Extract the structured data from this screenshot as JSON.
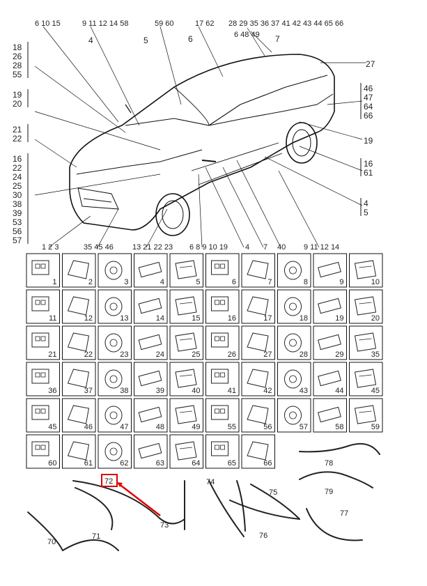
{
  "car_callouts": {
    "top": [
      "6 10 15",
      "9 11 12 14 58",
      "59 60",
      "17 62",
      "28 29 35 36 37 41 42 43 44 65 66",
      "6 48 49"
    ],
    "top_singles": [
      "4",
      "5",
      "6",
      "7"
    ],
    "left": [
      "18 26 28 55",
      "19 20",
      "21 22",
      "16 22 24 25 30 38 39 53 56 57"
    ],
    "right": [
      "27",
      "46 47 64 66",
      "19",
      "16 61",
      "4 5"
    ],
    "bottom": [
      "1 2 3",
      "35 45 46",
      "13 21 22 23",
      "6 8 9 10 19",
      "4",
      "7",
      "40",
      "9 11 12 14"
    ]
  },
  "grid_rows": [
    [
      "1",
      "2",
      "3",
      "4",
      "5",
      "6",
      "7",
      "8",
      "9",
      "10"
    ],
    [
      "11",
      "12",
      "13",
      "14",
      "15",
      "16",
      "17",
      "18",
      "19",
      "20"
    ],
    [
      "21",
      "22",
      "23",
      "24",
      "25",
      "26",
      "27",
      "28",
      "29",
      "35"
    ],
    [
      "36",
      "37",
      "38",
      "39",
      "40",
      "41",
      "42",
      "43",
      "44",
      "45"
    ],
    [
      "45",
      "46",
      "47",
      "48",
      "49",
      "55",
      "56",
      "57",
      "58",
      "59"
    ],
    [
      "60",
      "61",
      "62",
      "63",
      "64",
      "65",
      "66"
    ]
  ],
  "harness_labels": [
    "72",
    "73",
    "74",
    "75",
    "76",
    "77",
    "78",
    "79",
    "70",
    "71"
  ],
  "highlight": {
    "label": "72",
    "color": "#e00000"
  }
}
